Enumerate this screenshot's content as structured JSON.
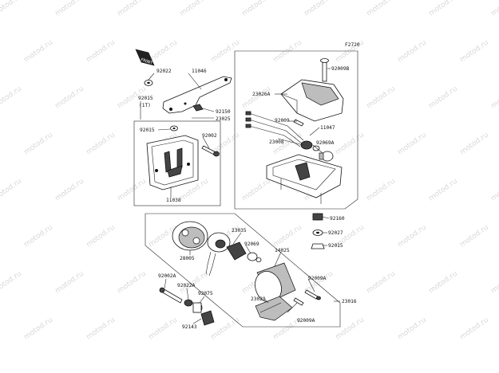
{
  "figure_code": "F2720",
  "front_label": "FRONT",
  "watermark": "motod.ru",
  "labels": {
    "p92022": "92022",
    "p11046": "11046",
    "p92015_top": "92015",
    "qty_1t": "(1T)",
    "p92150": "92150",
    "p23025": "23025",
    "p92015_mid": "92015",
    "p92002": "92002",
    "p11038": "11038",
    "p92009B": "92009B",
    "p23026A": "23026A",
    "p92009": "92009",
    "p11047": "11047",
    "p23008": "23008",
    "p92069A": "92069A",
    "p92160": "92160",
    "p92027": "92027",
    "p92015_right": "92015",
    "p23035": "23035",
    "p28005": "28005",
    "p92069": "92069",
    "p14025": "14025",
    "p92002A": "92002A",
    "p92022A": "92022A",
    "p92075": "92075",
    "p92143": "92143",
    "p92009A_top": "92009A",
    "p23029": "23029",
    "p23016": "23016",
    "p92009A_bot": "92009A"
  }
}
